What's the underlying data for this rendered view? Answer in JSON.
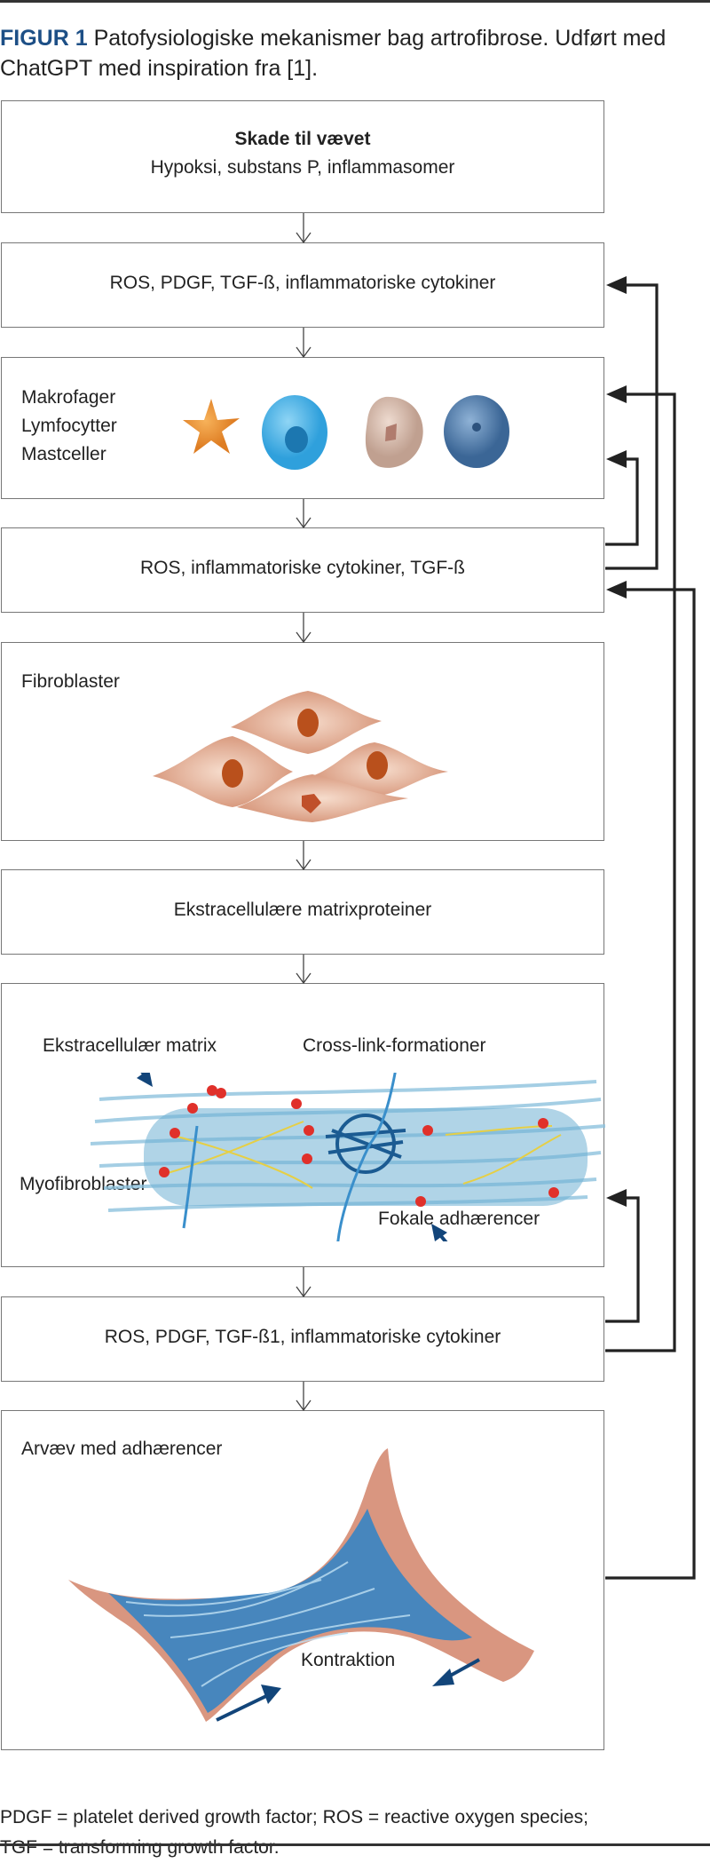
{
  "caption": {
    "label": "FIGUR 1",
    "text": " Patofysiologiske mekanismer bag artrofibrose. Udført med ChatGPT med inspiration fra [1]."
  },
  "colors": {
    "label": "#1d4f86",
    "arrow_feedback": "#222222",
    "arrow_illustration": "#12457a"
  },
  "boxes": [
    {
      "title": "Skade til vævet",
      "text": "Hypoksi, substans P, inflammasomer"
    },
    {
      "text": "ROS, PDGF, TGF-ß, inflammatoriske cytokiner"
    },
    {
      "labels": [
        "Makrofager",
        "Lymfocytter",
        "Mastceller"
      ]
    },
    {
      "text": "ROS, inflammatoriske cytokiner, TGF-ß"
    },
    {
      "label": "Fibroblaster"
    },
    {
      "text": "Ekstracellulære matrixproteiner"
    },
    {
      "labels": {
        "ecm": "Ekstracellulær matrix",
        "crosslink": "Cross-link-formationer",
        "myo": "Myofibroblaster",
        "focal": "Fokale adhærencer"
      }
    },
    {
      "text": "ROS, PDGF, TGF-ß1, inflammatoriske cytokiner"
    },
    {
      "label": "Arvæv med adhærencer",
      "contraction": "Kontraktion"
    }
  ],
  "footnote": {
    "line1": "PDGF = platelet derived growth factor; ROS = reactive oxygen species;",
    "line2": "TGF = transforming growth factor."
  }
}
